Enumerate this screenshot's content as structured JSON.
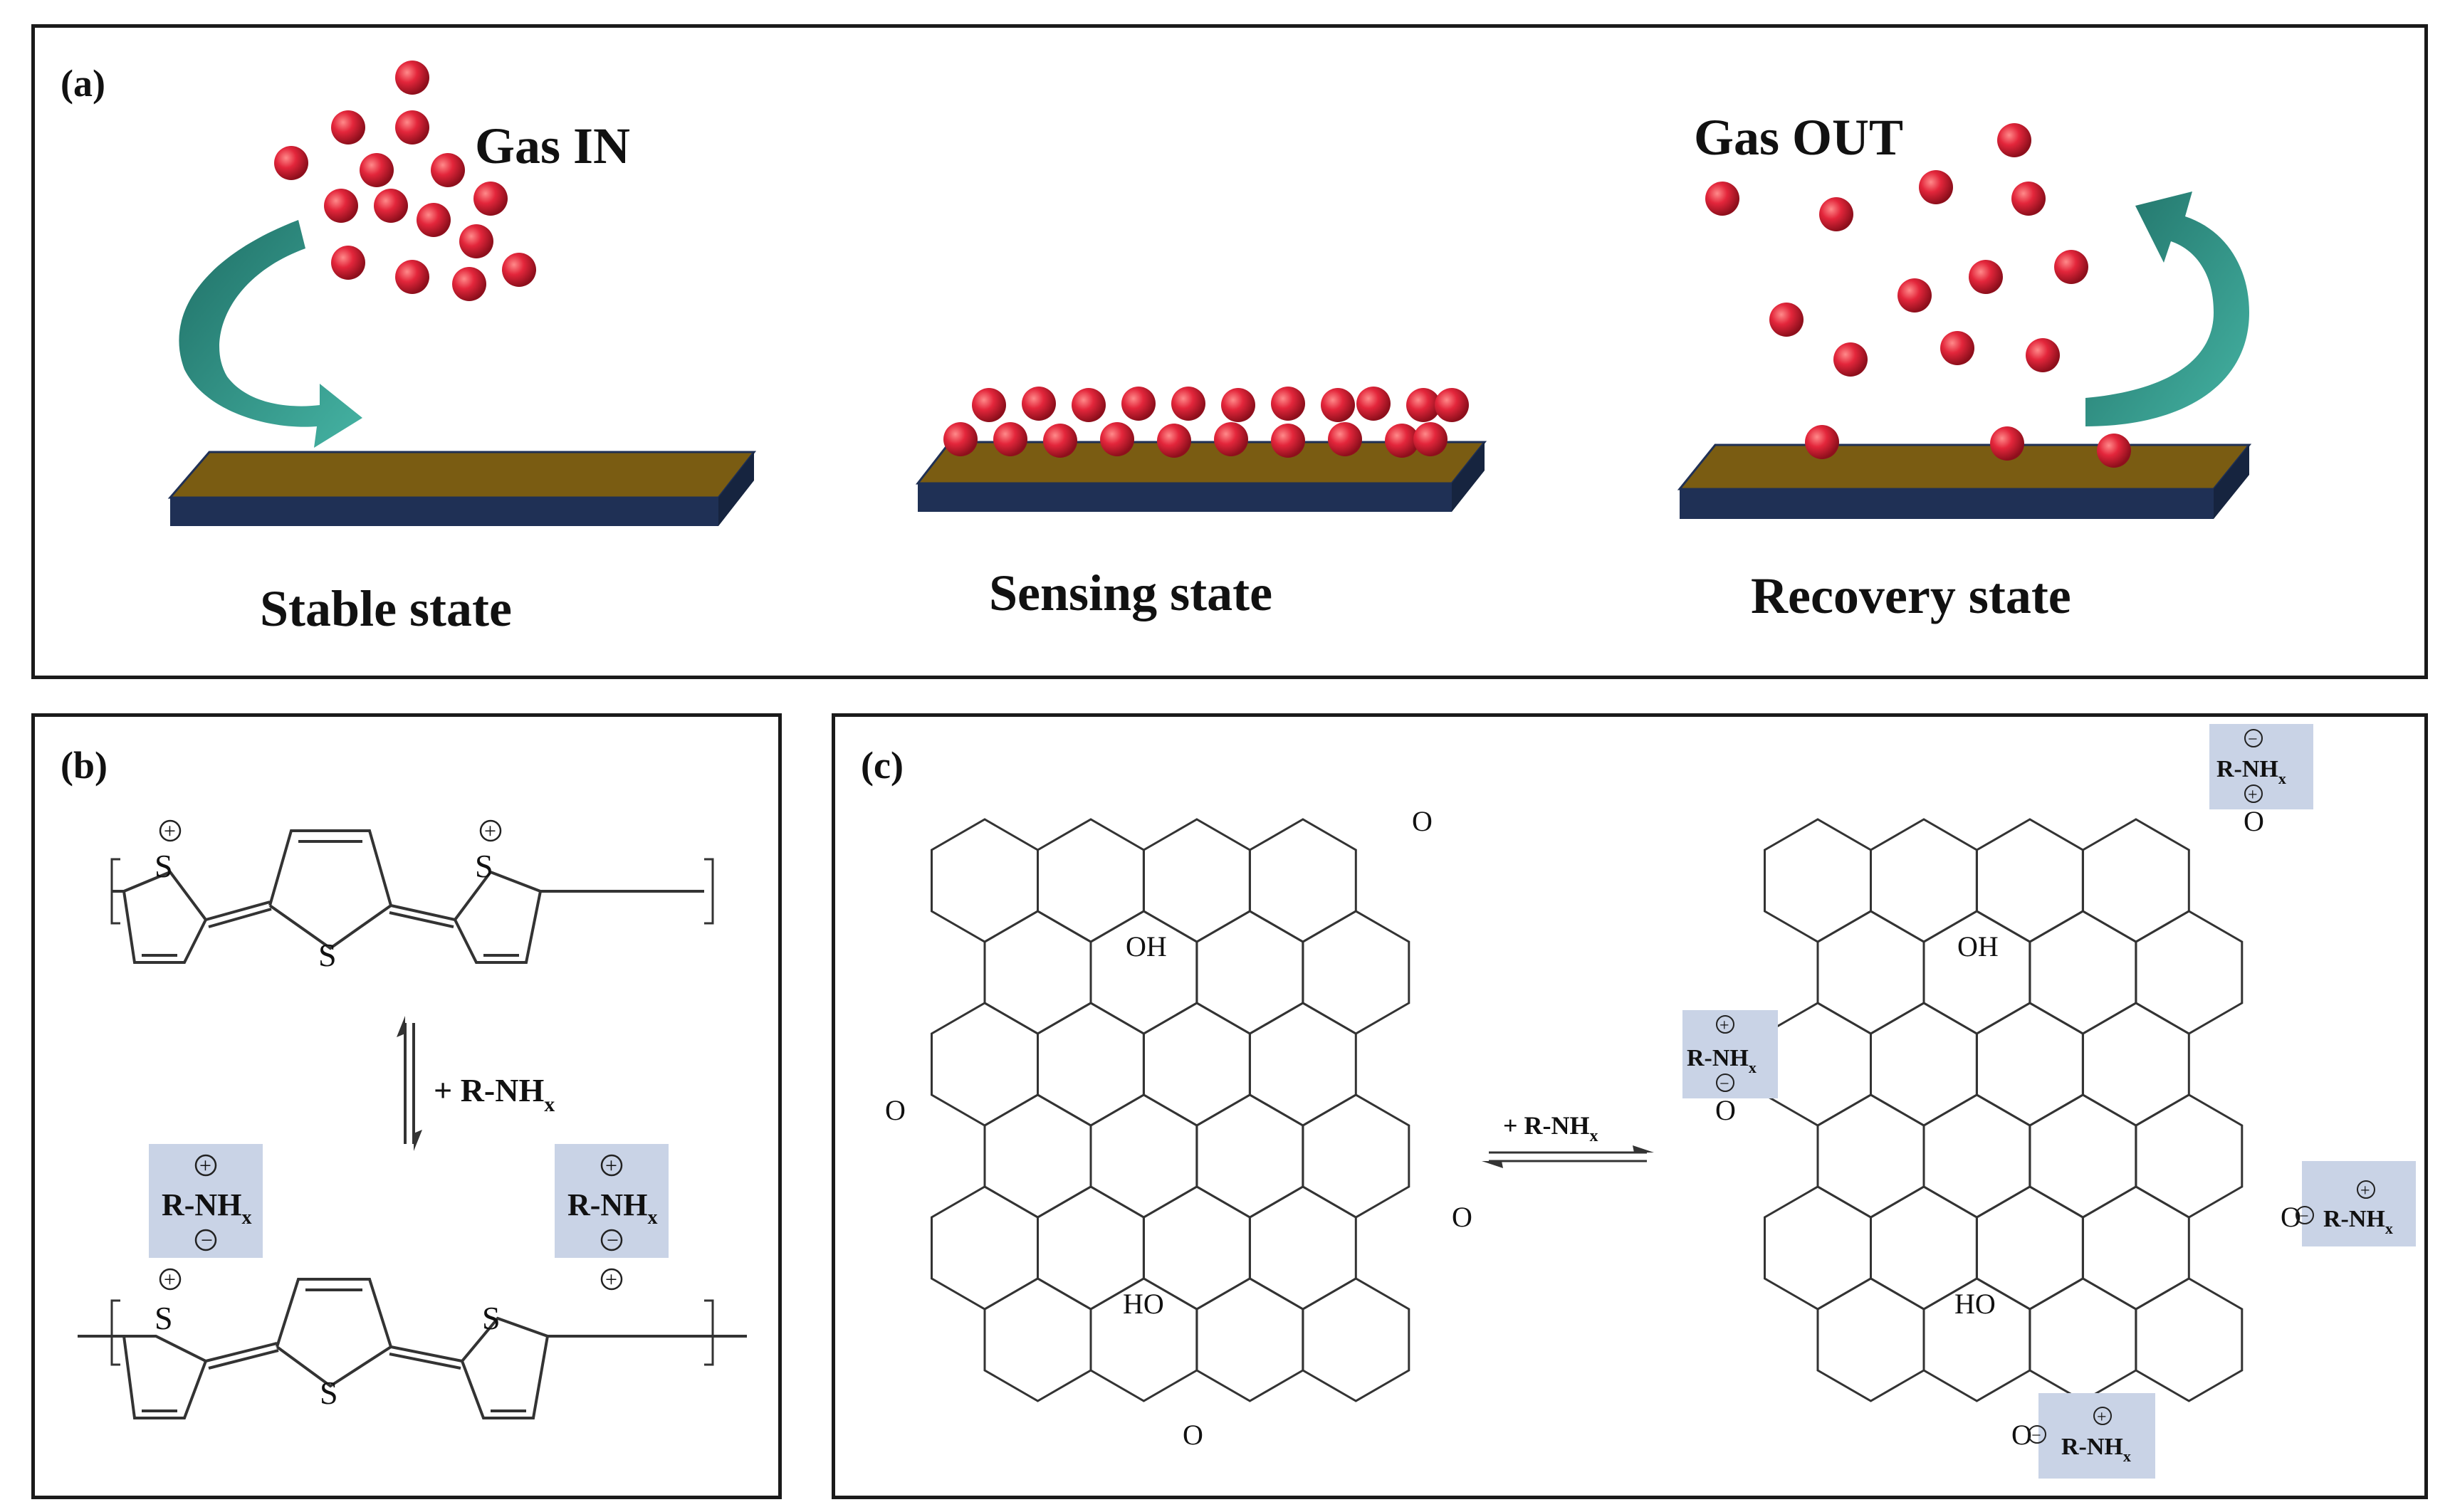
{
  "panel_a": {
    "label": "(a)",
    "gas_in": "Gas IN",
    "gas_out": "Gas OUT",
    "stable": "Stable state",
    "sensing": "Sensing state",
    "recovery": "Recovery state"
  },
  "panel_b": {
    "label": "(b)",
    "reagent": "+ R-NH",
    "reagent_sub": "x",
    "s_atom": "S",
    "plus": "+",
    "minus": "−",
    "adduct": "R-NH",
    "adduct_sub": "x"
  },
  "panel_c": {
    "label": "(c)",
    "reagent": "+ R-NH",
    "reagent_sub": "x",
    "o_atom": "O",
    "oh": "OH",
    "ho": "HO",
    "adduct": "R-NH",
    "adduct_sub": "x",
    "plus": "+",
    "minus": "−"
  },
  "colors": {
    "molecule": "#d7263d",
    "arrow": "#2a9d8f",
    "substrate_top": "#7a5c12",
    "substrate_side": "#1f3055",
    "highlight_box": "#c9d3e6"
  }
}
